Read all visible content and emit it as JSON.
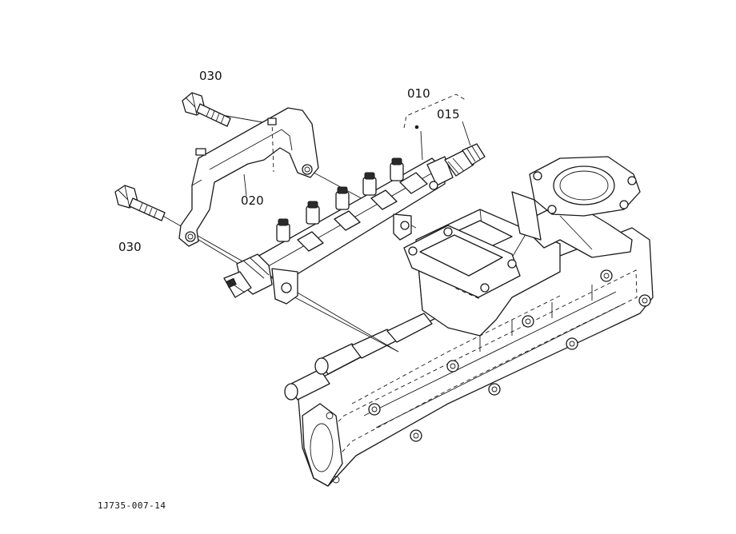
{
  "callouts": {
    "c030_top": "030",
    "c010": "010",
    "c015": "015",
    "c020": "020",
    "c030_left": "030"
  },
  "reference_code": "1J735-007-14",
  "icons": [
    "bolt-icon",
    "fuel-rail-icon",
    "bracket-icon",
    "pressure-sensor-icon",
    "intake-manifold-icon"
  ]
}
